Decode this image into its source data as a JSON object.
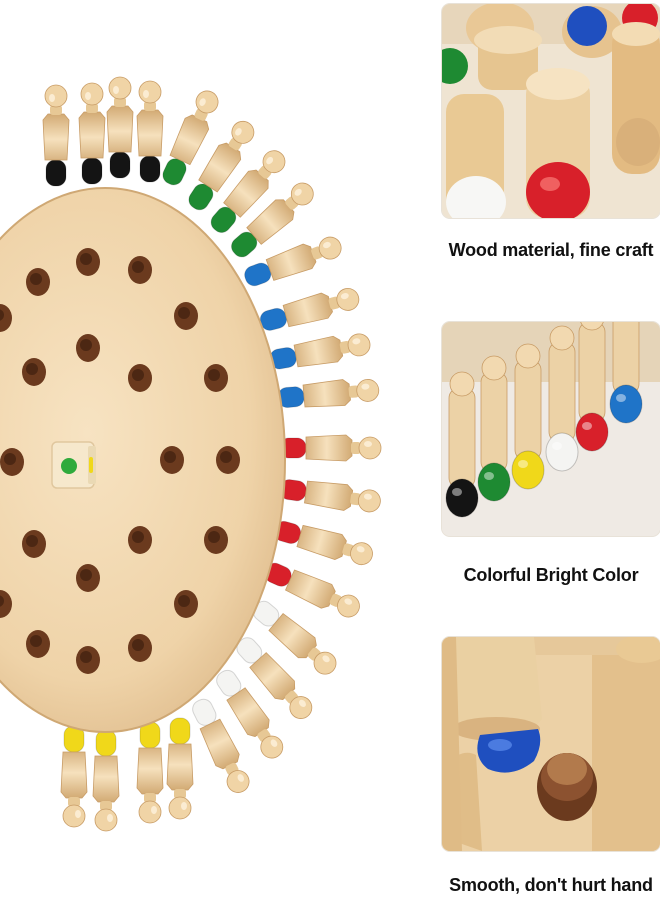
{
  "product": {
    "hero_image": "wooden-memory-chess-board-with-colored-pegs",
    "peg_colors": {
      "black": "#141414",
      "green": "#1e8a32",
      "blue": "#1f74c8",
      "red": "#d8202a",
      "white": "#f4f4f2",
      "yellow": "#f0d81a",
      "wood": "#ecd2a6",
      "board": "#f0d7b0",
      "hole": "#6b3a1e"
    }
  },
  "features": [
    {
      "caption": "Wood material, fine craft",
      "image": "closeup-peg-heads-photo"
    },
    {
      "caption": "Colorful Bright Color",
      "image": "row-of-colored-pegs-photo"
    },
    {
      "caption": "Smooth, don't hurt hand",
      "image": "peg-beside-board-hole-photo"
    }
  ]
}
